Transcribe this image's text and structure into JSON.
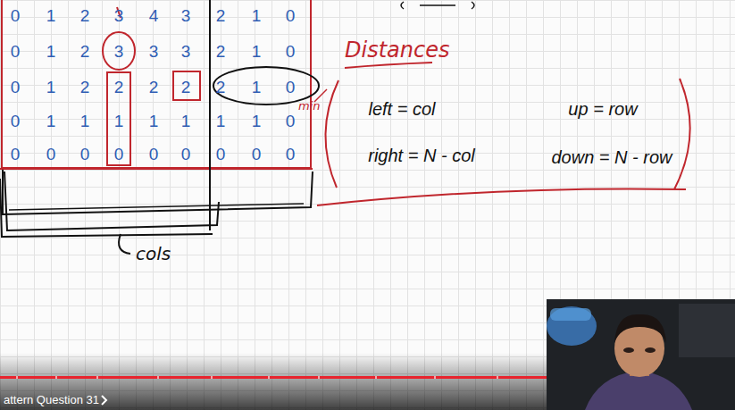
{
  "diagram": {
    "nodes": [
      {
        "text": [
          "3"
        ]
      },
      {
        "text": [
          "2"
        ]
      },
      {
        "text": [
          "2",
          "1",
          "0"
        ]
      },
      {
        "text": [
          "2",
          "1",
          "0"
        ]
      },
      {
        "text": [
          "left = col",
          "right = N - col",
          "up = row",
          "down = N - row"
        ]
      }
    ],
    "labels": [
      "0",
      "1",
      "2",
      "3",
      "4",
      "3",
      "2",
      "1",
      "0",
      "0",
      "1",
      "2",
      "3",
      "3",
      "2",
      "1",
      "0",
      "0",
      "1",
      "2",
      "2",
      "0",
      "1",
      "1",
      "1",
      "1",
      "1",
      "1",
      "0",
      "0",
      "0",
      "0",
      "0",
      "0",
      "0",
      "0",
      "0",
      "Distances",
      "min",
      "cols",
      "attern Question 31"
    ]
  }
}
